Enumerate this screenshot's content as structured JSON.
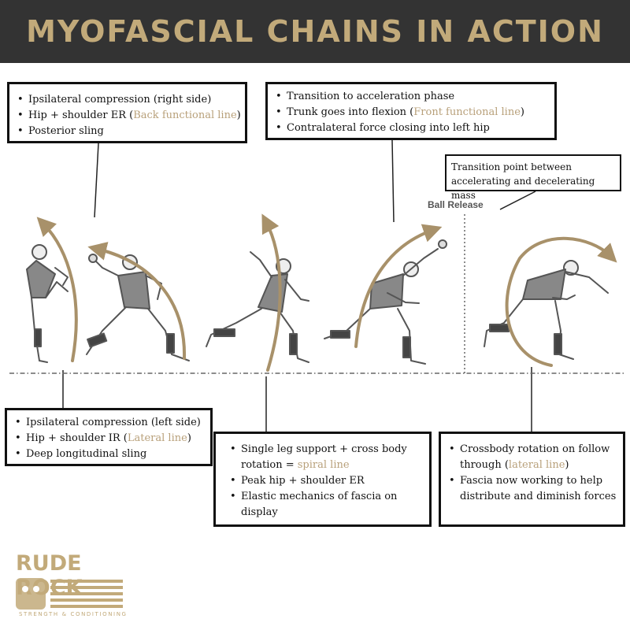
{
  "header": {
    "title": "MYOFASCIAL CHAINS IN ACTION"
  },
  "box_top_left": {
    "items": [
      {
        "pre": "Ipsilateral compression (right side)",
        "hl": "",
        "post": ""
      },
      {
        "pre": "Hip + shoulder ER (",
        "hl": "Back functional line",
        "post": ")"
      },
      {
        "pre": "Posterior sling",
        "hl": "",
        "post": ""
      }
    ]
  },
  "box_top_center": {
    "items": [
      {
        "pre": "Transition to acceleration phase",
        "hl": "",
        "post": ""
      },
      {
        "pre": "Trunk goes into flexion (",
        "hl": "Front functional line",
        "post": ")"
      },
      {
        "pre": "Contralateral force closing into left hip",
        "hl": "",
        "post": ""
      }
    ]
  },
  "box_top_right": {
    "text": "Transition point between accelerating and decelerating mass"
  },
  "ball_release": "Ball Release",
  "box_bottom_left": {
    "items": [
      {
        "pre": "Ipsilateral compression (left side)",
        "hl": "",
        "post": ""
      },
      {
        "pre": "Hip + shoulder IR (",
        "hl": "Lateral line",
        "post": ")"
      },
      {
        "pre": "Deep longitudinal sling",
        "hl": "",
        "post": ""
      }
    ]
  },
  "box_bottom_center": {
    "items": [
      {
        "pre": "Single leg support + cross body rotation = ",
        "hl": "spiral line",
        "post": ""
      },
      {
        "pre": "Peak hip + shoulder ER",
        "hl": "",
        "post": ""
      },
      {
        "pre": "Elastic mechanics of fascia on display",
        "hl": "",
        "post": ""
      }
    ]
  },
  "box_bottom_right": {
    "items": [
      {
        "pre": "Crossbody rotation on follow through (",
        "hl": "lateral line",
        "post": ")"
      },
      {
        "pre": "Fascia now working to help distribute and diminish forces",
        "hl": "",
        "post": ""
      }
    ]
  },
  "logo": {
    "name": "RUDE ROCK",
    "subtitle": "STRENGTH & CONDITIONING"
  },
  "colors": {
    "accent": "#c2aa7a",
    "highlight": "#b8a07a",
    "header_bg": "#333333",
    "arrow": "#a8916a",
    "figure": "#777777"
  }
}
